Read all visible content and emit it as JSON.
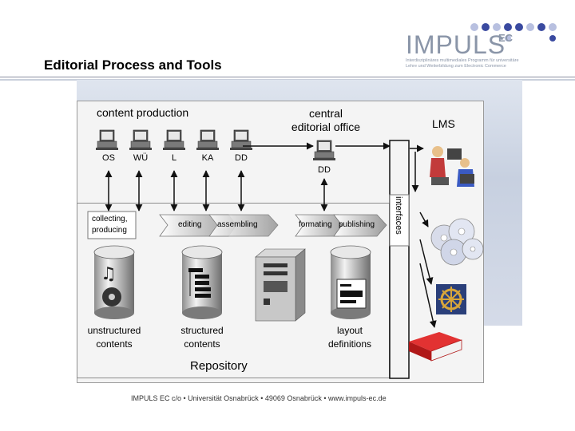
{
  "logo": {
    "name": "IMPULS",
    "suffix": "EC",
    "tagline_1": "Interdisziplinäres multimediales Programm für universitäre",
    "tagline_2": "Lehre und Weiterbildung zum Electronic Commerce"
  },
  "slide": {
    "title": "Editorial Process and Tools"
  },
  "sections": {
    "content_production": "content production",
    "central_office_line1": "central",
    "central_office_line2": "editorial office",
    "lms": "LMS"
  },
  "workstations": [
    {
      "label": "OS"
    },
    {
      "label": "WÜ"
    },
    {
      "label": "L"
    },
    {
      "label": "KA"
    },
    {
      "label": "DD"
    }
  ],
  "office_workstation": {
    "label": "DD"
  },
  "interfaces": "interfaces",
  "process_steps": [
    {
      "label": "collecting, producing"
    },
    {
      "label": "editing"
    },
    {
      "label": "assembling"
    },
    {
      "label": "formating"
    },
    {
      "label": "publishing"
    }
  ],
  "stores": [
    {
      "label_line1": "unstructured",
      "label_line2": "contents"
    },
    {
      "label_line1": "structured",
      "label_line2": "contents"
    },
    {
      "label_line1": "layout",
      "label_line2": "definitions"
    }
  ],
  "repository": "Repository",
  "footer": "IMPULS EC c/o  •  Universität Osnabrück  •  49069 Osnabrück  •  www.impuls-ec.de",
  "colors": {
    "logo_grey": "#8a95a8",
    "logo_dot_dark": "#3a4aa0",
    "logo_dot_light": "#b8c0e0",
    "panel_bg": "#f4f4f4",
    "book_red": "#c81b1b"
  },
  "icons": {
    "workstation": "desktop-computer-icon",
    "server": "server-tower-icon",
    "database": "database-cylinder-icon",
    "media": "music-film-icon",
    "tree": "document-tree-icon",
    "layout": "layout-template-icon",
    "people": "learners-at-computers-icon",
    "cds": "cd-discs-icon",
    "ship_wheel": "ship-wheel-icon",
    "book": "red-book-icon"
  }
}
